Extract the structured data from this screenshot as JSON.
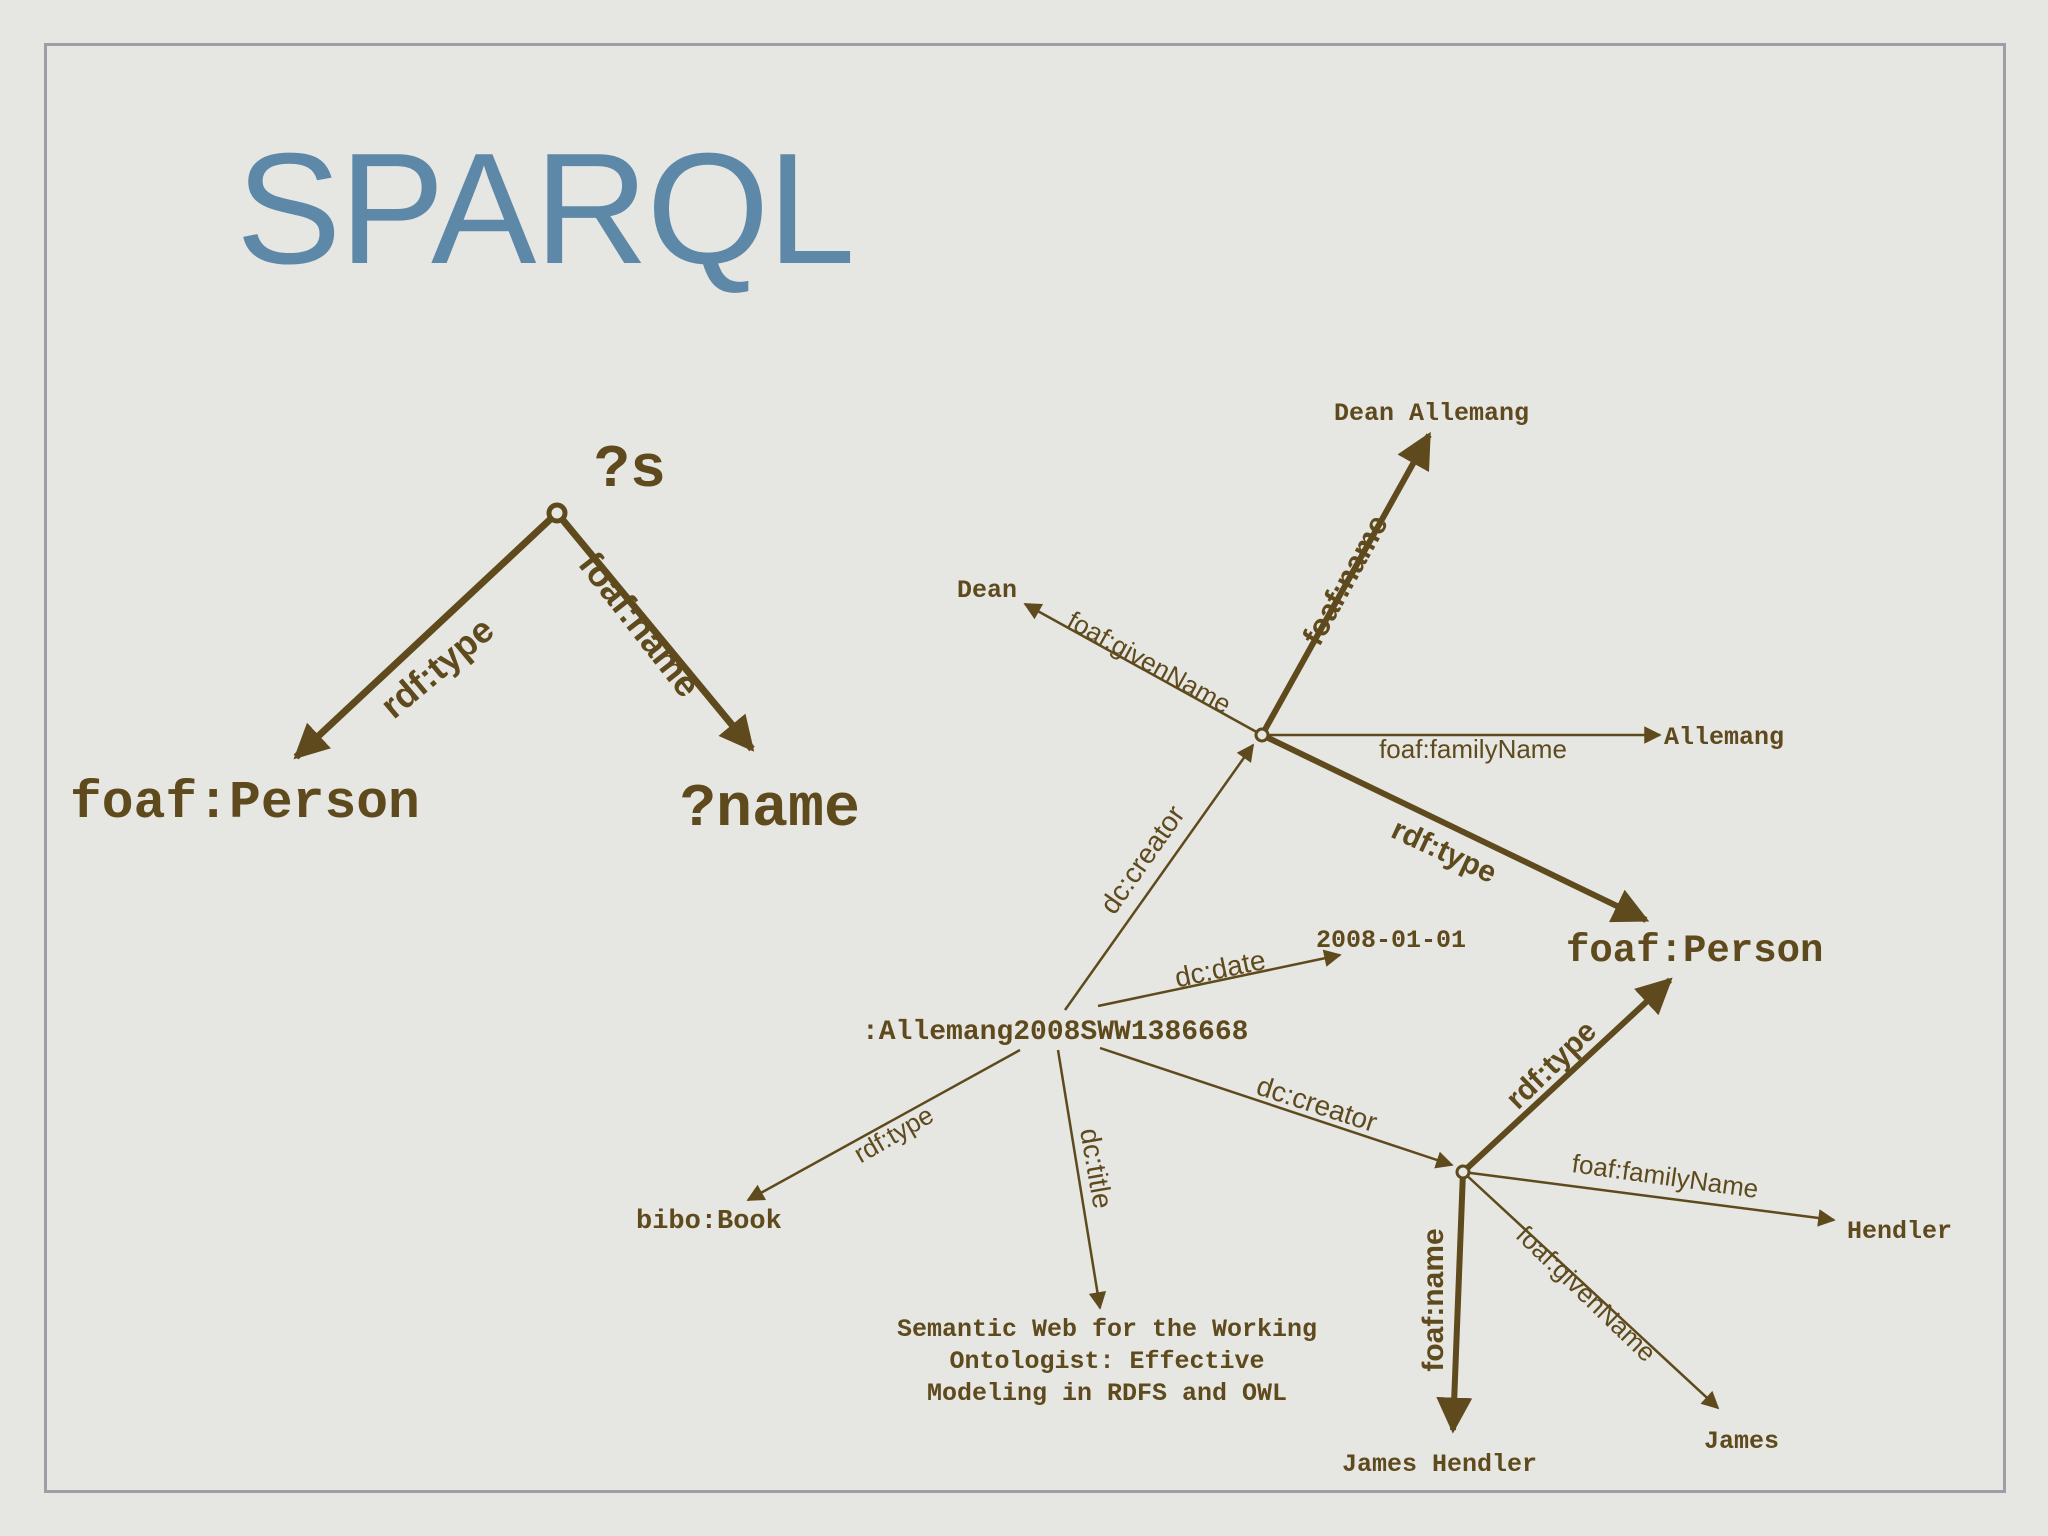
{
  "slide": {
    "title": "SPARQL"
  },
  "pattern": {
    "subject": "?s",
    "type_object": "foaf:Person",
    "name_object": "?name",
    "type_predicate": "rdf:type",
    "name_predicate": "foaf:name"
  },
  "graph": {
    "nodes": {
      "book": ":Allemang2008SWW1386668",
      "dean_allemang": "Dean Allemang",
      "dean": "Dean",
      "allemang": "Allemang",
      "foaf_person": "foaf:Person",
      "date": "2008-01-01",
      "bibo_book": "bibo:Book",
      "title_line1": "Semantic Web for the Working",
      "title_line2": "Ontologist: Effective",
      "title_line3": "Modeling in RDFS and OWL",
      "hendler": "Hendler",
      "james_hendler": "James Hendler",
      "james": "James"
    },
    "edges": {
      "creator1": "dc:creator",
      "creator2": "dc:creator",
      "date": "dc:date",
      "type_book": "rdf:type",
      "title": "dc:title",
      "given1": "foaf:givenName",
      "name1": "foaf:name",
      "family1": "foaf:familyName",
      "type1": "rdf:type",
      "type2": "rdf:type",
      "family2": "foaf:familyName",
      "name2": "foaf:name",
      "given2": "foaf:givenName"
    }
  }
}
